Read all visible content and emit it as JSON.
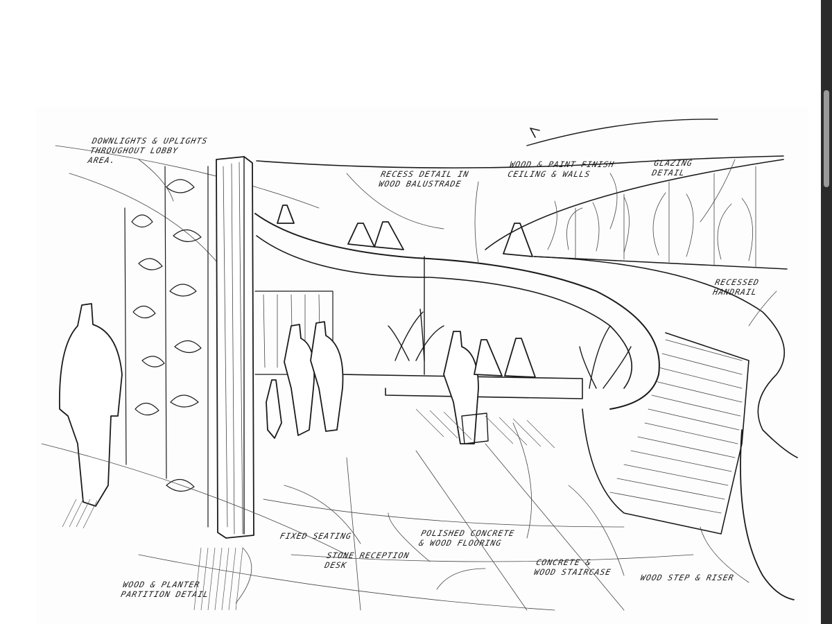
{
  "sketch": {
    "annotations": {
      "downlights": [
        "DOWNLIGHTS & UPLIGHTS",
        "THROUGHOUT LOBBY",
        "AREA."
      ],
      "recess_detail": [
        "RECESS DETAIL IN",
        "WOOD BALUSTRADE"
      ],
      "wood_paint": [
        "WOOD & PAINT FINISH",
        "CEILING & WALLS"
      ],
      "glazing": [
        "GLAZING",
        "DETAIL"
      ],
      "handrail": [
        "RECESSED",
        "HANDRAIL"
      ],
      "fixed_seating": [
        "FIXED SEATING"
      ],
      "polished_concrete": [
        "POLISHED CONCRETE",
        "& WOOD FLOORING"
      ],
      "stone_reception": [
        "STONE RECEPTION",
        "DESK"
      ],
      "concrete_staircase": [
        "CONCRETE &",
        "WOOD STAIRCASE"
      ],
      "wood_step": [
        "WOOD STEP & RISER"
      ],
      "wood_planter": [
        "WOOD & PLANTER",
        "PARTITION DETAIL"
      ]
    }
  },
  "colors": {
    "ink": "#1a1a1a",
    "paper": "#fdfdfd",
    "scrollbar_track": "#2b2b2b",
    "scrollbar_thumb": "#9a9a9a"
  }
}
